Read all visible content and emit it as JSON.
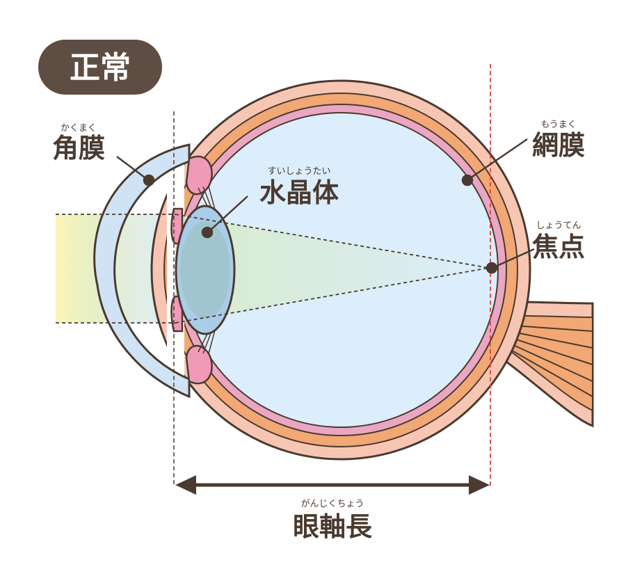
{
  "badge": {
    "label": "正常"
  },
  "labels": {
    "cornea": {
      "main": "角膜",
      "ruby": "かくまく"
    },
    "lens": {
      "main": "水晶体",
      "ruby": "すいしょうたい"
    },
    "retina": {
      "main": "網膜",
      "ruby": "もうまく"
    },
    "focus": {
      "main": "焦点",
      "ruby": "しょうてん"
    },
    "axial": {
      "main": "眼軸長",
      "ruby": "がんじくちょう"
    }
  },
  "colors": {
    "outline": "#4a3a30",
    "sclera": "#f7c6b3",
    "choroid": "#f2a874",
    "retina": "#e9a7c2",
    "vitreous": "#dcedfb",
    "cornea": "#cfe3f5",
    "lens": "#a9cde8",
    "light": "#f8f4b8",
    "guide_red": "#e0403a"
  }
}
